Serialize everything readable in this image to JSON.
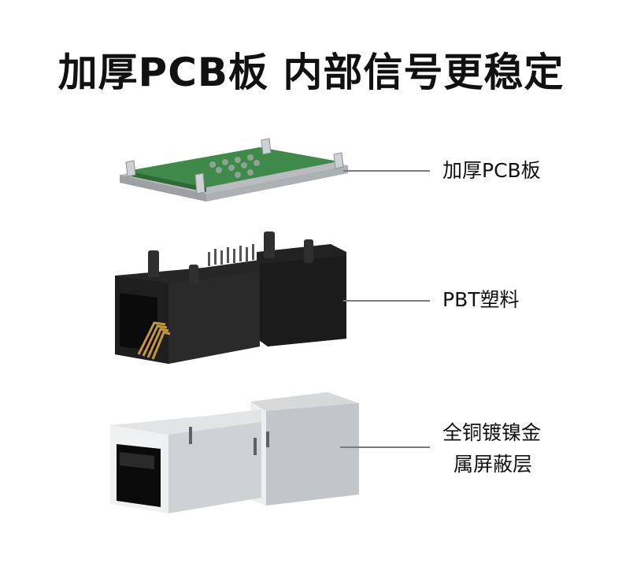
{
  "title": "加厚PCB板 内部信号更稳定",
  "labels": {
    "pcb": "加厚PCB板",
    "plastic": "PBT塑料",
    "shield_line1": "全铜镀镍金",
    "shield_line2": "属屏蔽层"
  },
  "colors": {
    "pcb_green": "#3f8a4a",
    "plastic_black": "#1c1c1c",
    "metal": "#c9cbcd",
    "gold_pins": "#c8963a",
    "leader_line": "#7a7a7a"
  }
}
